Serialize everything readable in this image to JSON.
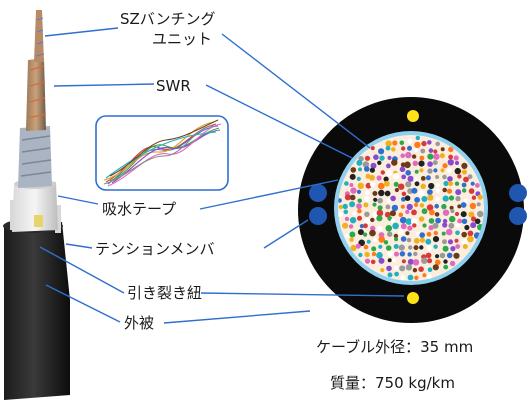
{
  "labels": {
    "sz_unit_line1": "SZバンチング",
    "sz_unit_line2": "ユニット",
    "swr": "SWR",
    "water_tape": "吸水テープ",
    "tension_member": "テンションメンバ",
    "rip_cord": "引き裂き紐",
    "sheath": "外被"
  },
  "specs": {
    "outer_diameter": "ケーブル外径：35 mm",
    "weight": "質量：750 kg/km"
  },
  "colors": {
    "leader_line": "#2f6fd0",
    "inset_border": "#2f6fd0",
    "sheath": "#0a0a0a",
    "tape_ring": "#8fd0ee",
    "tension_member": "#1f56b0",
    "rip_cord": "#ffe21a"
  }
}
